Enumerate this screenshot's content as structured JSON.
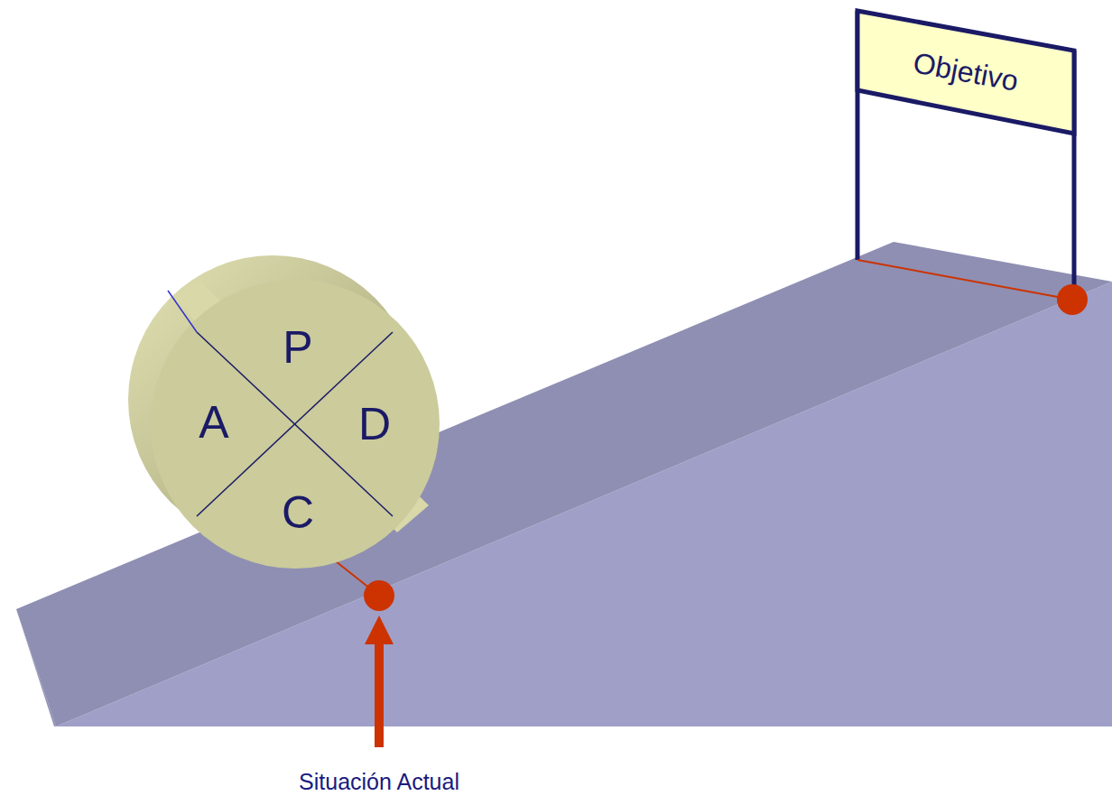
{
  "diagram": {
    "nodes": [
      {
        "text": [
          "P",
          "A",
          "D",
          "C"
        ]
      },
      {
        "text": [
          "Objetivo"
        ]
      }
    ],
    "labels": [
      "Situación Actual"
    ]
  }
}
